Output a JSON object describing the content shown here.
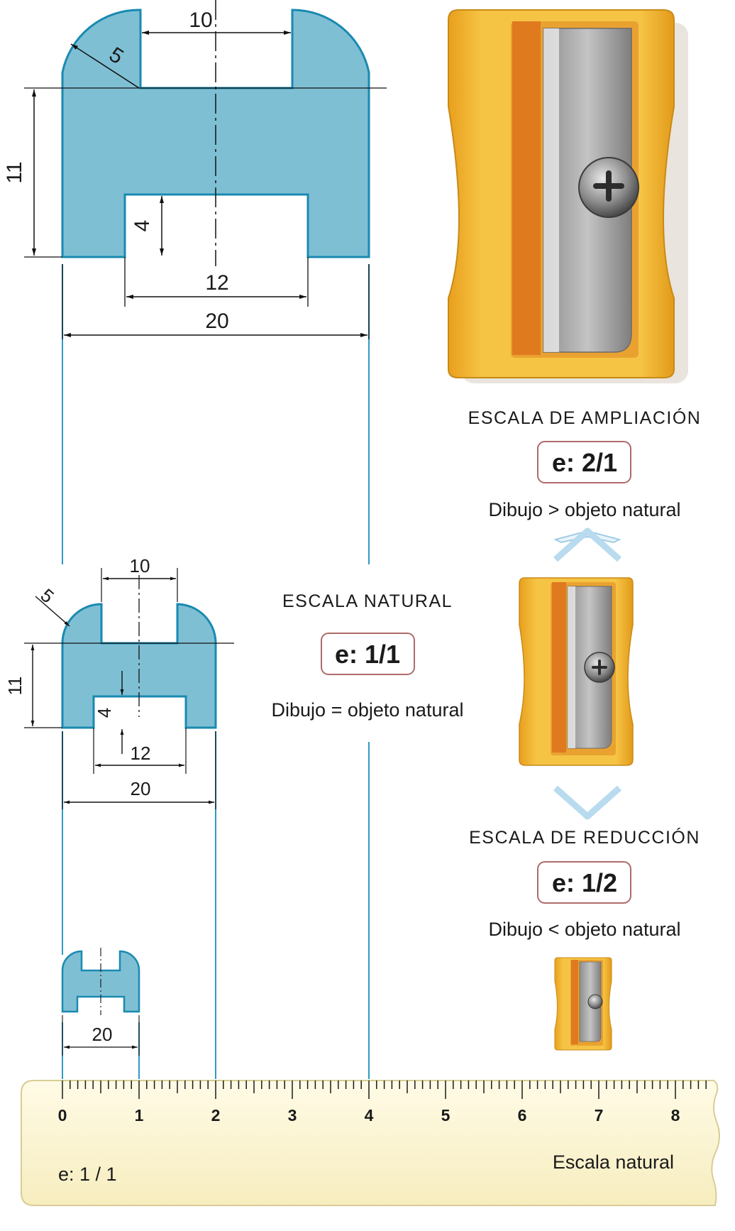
{
  "large_profile": {
    "dims": {
      "slot_width": "10",
      "radius": "5",
      "height": "11",
      "groove_depth": "4",
      "groove_width": "12",
      "total_width": "20"
    }
  },
  "medium_profile": {
    "dims": {
      "slot_width": "10",
      "radius": "5",
      "height": "11",
      "groove_depth": "4",
      "groove_width": "12",
      "total_width": "20"
    }
  },
  "small_profile": {
    "dims": {
      "total_width": "20"
    }
  },
  "scales": {
    "natural": {
      "title": "ESCALA NATURAL",
      "value": "e: 1/1",
      "relation": "Dibujo = objeto natural"
    },
    "enlargement": {
      "title": "ESCALA DE AMPLIACIÓN",
      "value": "e: 2/1",
      "relation": "Dibujo > objeto natural"
    },
    "reduction": {
      "title": "ESCALA DE REDUCCIÓN",
      "value": "e: 1/2",
      "relation": "Dibujo < objeto natural"
    }
  },
  "ruler": {
    "ticks": [
      "0",
      "1",
      "2",
      "3",
      "4",
      "5",
      "6",
      "7",
      "8"
    ],
    "scale_label": "e:  1 / 1",
    "caption": "Escala natural"
  },
  "colors": {
    "profile_fill": "#7fbfd4",
    "profile_stroke": "#1a8ab0",
    "projection_line": "#2f9ac5",
    "sharpener_body": "#f2b633",
    "sharpener_blade": "#a8a8a8",
    "ruler_fill": "#fdf8dc",
    "badge_border": "#b06a6a",
    "arrow_fill": "#eaf4fb"
  }
}
